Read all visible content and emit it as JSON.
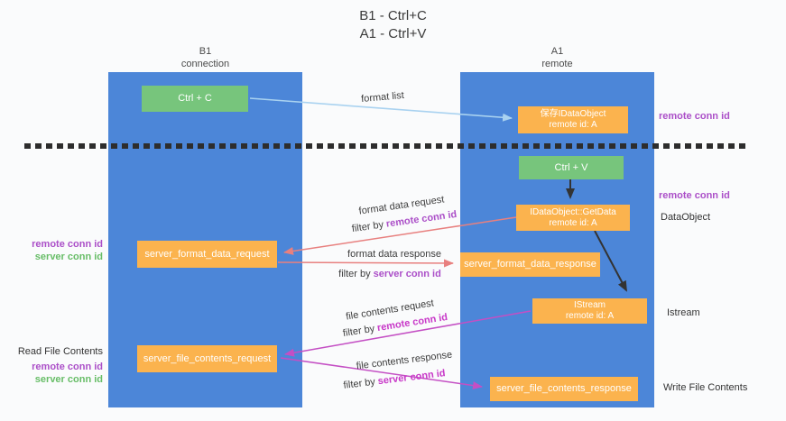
{
  "title": {
    "line1": "B1 - Ctrl+C",
    "line2": "A1 - Ctrl+V"
  },
  "columns": {
    "left": {
      "title": "B1",
      "subtitle": "connection"
    },
    "right": {
      "title": "A1",
      "subtitle": "remote"
    }
  },
  "nodes": {
    "ctrl_c": {
      "label": "Ctrl + C"
    },
    "ctrl_v": {
      "label": "Ctrl + V"
    },
    "save_dataobject": {
      "line1": "保存IDataObject",
      "line2": "remote id: A"
    },
    "getdata": {
      "line1": "IDataObject::GetData",
      "line2": "remote id: A"
    },
    "istream": {
      "line1": "IStream",
      "line2": "remote id: A"
    },
    "format_request": {
      "label": "server_format_data_request"
    },
    "format_response": {
      "label": "server_format_data_response"
    },
    "file_request": {
      "label": "server_file_contents_request"
    },
    "file_response": {
      "label": "server_file_contents_response"
    }
  },
  "right_labels": {
    "remote_conn_id_top": "remote conn id",
    "remote_conn_id_mid": "remote conn id",
    "dataobject": "DataObject",
    "istream": "Istream",
    "write_file_contents": "Write File Contents"
  },
  "left_labels": {
    "remote_conn_id_1": "remote conn id",
    "server_conn_id_1": "server conn id",
    "read_file_contents": "Read File Contents",
    "remote_conn_id_2": "remote conn id",
    "server_conn_id_2": "server conn id"
  },
  "arrow_labels": {
    "format_list": "format list",
    "format_data_request": "format data request",
    "format_data_response": "format data response",
    "file_contents_request": "file contents request",
    "file_contents_response": "file contents response",
    "filter_by": "filter by",
    "remote_conn_id": "remote conn id",
    "server_conn_id": "server conn id"
  },
  "colors": {
    "column_blue": "#4c86d8",
    "box_orange": "#fbb34e",
    "box_green": "#77c57c",
    "arrow_light_blue": "#a9d2f0",
    "arrow_salmon": "#e8807f",
    "arrow_magenta": "#c44fc4",
    "arrow_black": "#333333",
    "label_purple": "#ab4fc8",
    "label_green": "#67bd67",
    "label_magenta": "#c838c8",
    "dashed_line": "#2d2d2d"
  }
}
